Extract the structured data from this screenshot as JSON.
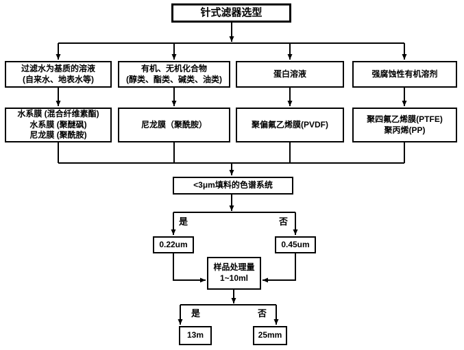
{
  "title": "针式滤器选型",
  "categories": [
    {
      "label": "过滤水为基质的溶液\n(自来水、地表水等)",
      "membrane": "水系膜 (混合纤维素酯)\n水系膜 (聚醚砜)\n尼龙膜 (聚酰胺)"
    },
    {
      "label": "有机、无机化合物\n(醇类、酯类、碱类、油类)",
      "membrane": "尼龙膜（聚酰胺）"
    },
    {
      "label": "蛋白溶液",
      "membrane": "聚偏氟乙烯膜(PVDF)"
    },
    {
      "label": "强腐蚀性有机溶剂",
      "membrane": "聚四氟乙烯膜(PTFE)\n聚丙烯(PP)"
    }
  ],
  "decision1": {
    "question": "<3μm填料的色谱系统",
    "yes": "是",
    "no": "否",
    "yes_result": "0.22um",
    "no_result": "0.45um"
  },
  "sample": {
    "label": "样品处理量\n1~10ml"
  },
  "decision2": {
    "yes": "是",
    "no": "否",
    "yes_result": "13m",
    "no_result": "25mm"
  },
  "colors": {
    "line": "#000000",
    "border": "#000000",
    "background": "#ffffff"
  }
}
